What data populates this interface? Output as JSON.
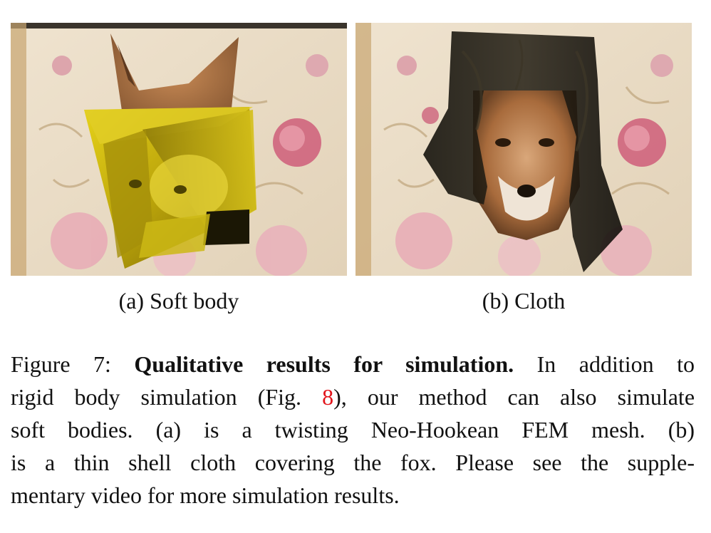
{
  "figure": {
    "panel_a": {
      "label": "(a) Soft body"
    },
    "panel_b": {
      "label": "(b) Cloth"
    }
  },
  "caption": {
    "number": "Figure 7:",
    "title": "Qualitative results for simulation.",
    "seg1": "In addition to",
    "seg2": "rigid body simulation (Fig.",
    "ref": "8",
    "seg3": "), our method can also simulate",
    "line3": "soft bodies. (a) is a twisting Neo-Hookean FEM mesh. (b)",
    "line4": "is a thin shell cloth covering the fox. Please see the supple-",
    "line5": "mentary video for more simulation results."
  },
  "colors": {
    "ref_link": "#e2141b",
    "cube_yellow": "#c9b20a",
    "cloth_dark": "#1a1710",
    "wallpaper": "#e9dcc6"
  }
}
